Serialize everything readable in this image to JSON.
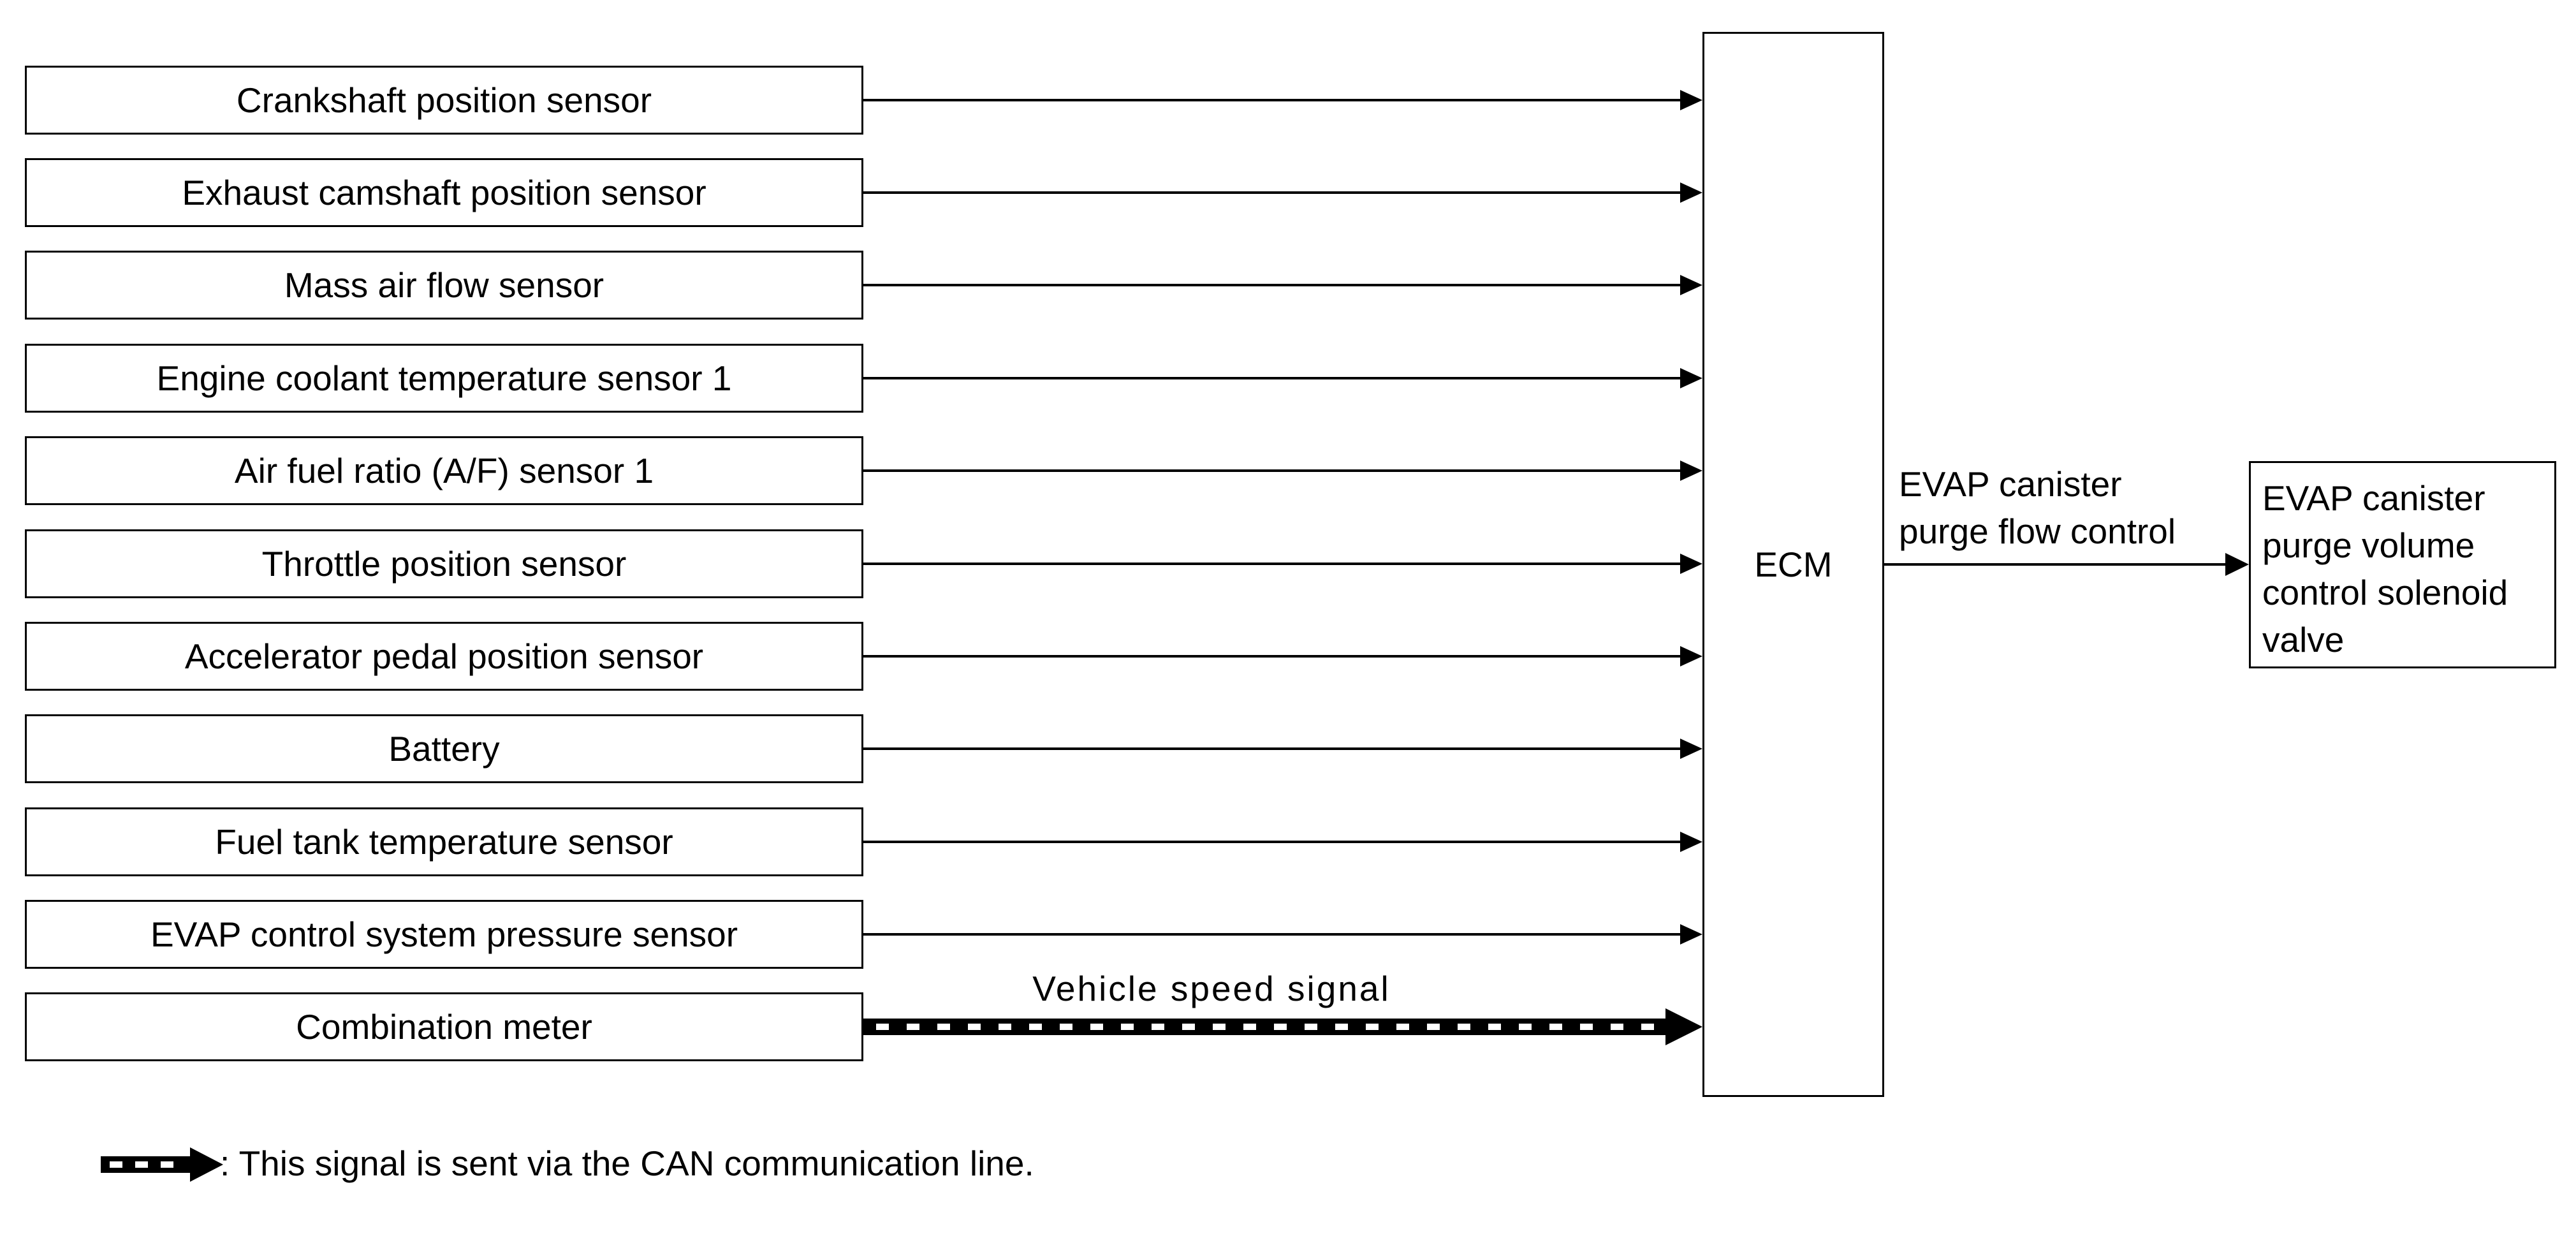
{
  "inputs": [
    {
      "label": "Crankshaft position sensor",
      "link": "wired"
    },
    {
      "label": "Exhaust camshaft position sensor",
      "link": "wired"
    },
    {
      "label": "Mass air flow sensor",
      "link": "wired"
    },
    {
      "label": "Engine coolant temperature sensor 1",
      "link": "wired"
    },
    {
      "label": "Air fuel ratio (A/F) sensor 1",
      "link": "wired"
    },
    {
      "label": "Throttle position sensor",
      "link": "wired"
    },
    {
      "label": "Accelerator pedal position sensor",
      "link": "wired"
    },
    {
      "label": "Battery",
      "link": "wired"
    },
    {
      "label": "Fuel tank temperature sensor",
      "link": "wired"
    },
    {
      "label": "EVAP control system pressure sensor",
      "link": "wired"
    },
    {
      "label": "Combination meter",
      "link": "can",
      "signal": "Vehicle speed signal"
    }
  ],
  "ecm": {
    "label": "ECM"
  },
  "output_signal": {
    "line1": "EVAP canister",
    "line2": "purge flow control"
  },
  "output_device": {
    "line1": "EVAP canister",
    "line2": "purge volume",
    "line3": "control solenoid",
    "line4": "valve"
  },
  "legend": {
    "text": ": This signal is sent via the CAN communication line.",
    "icon": "can-arrow-icon"
  }
}
